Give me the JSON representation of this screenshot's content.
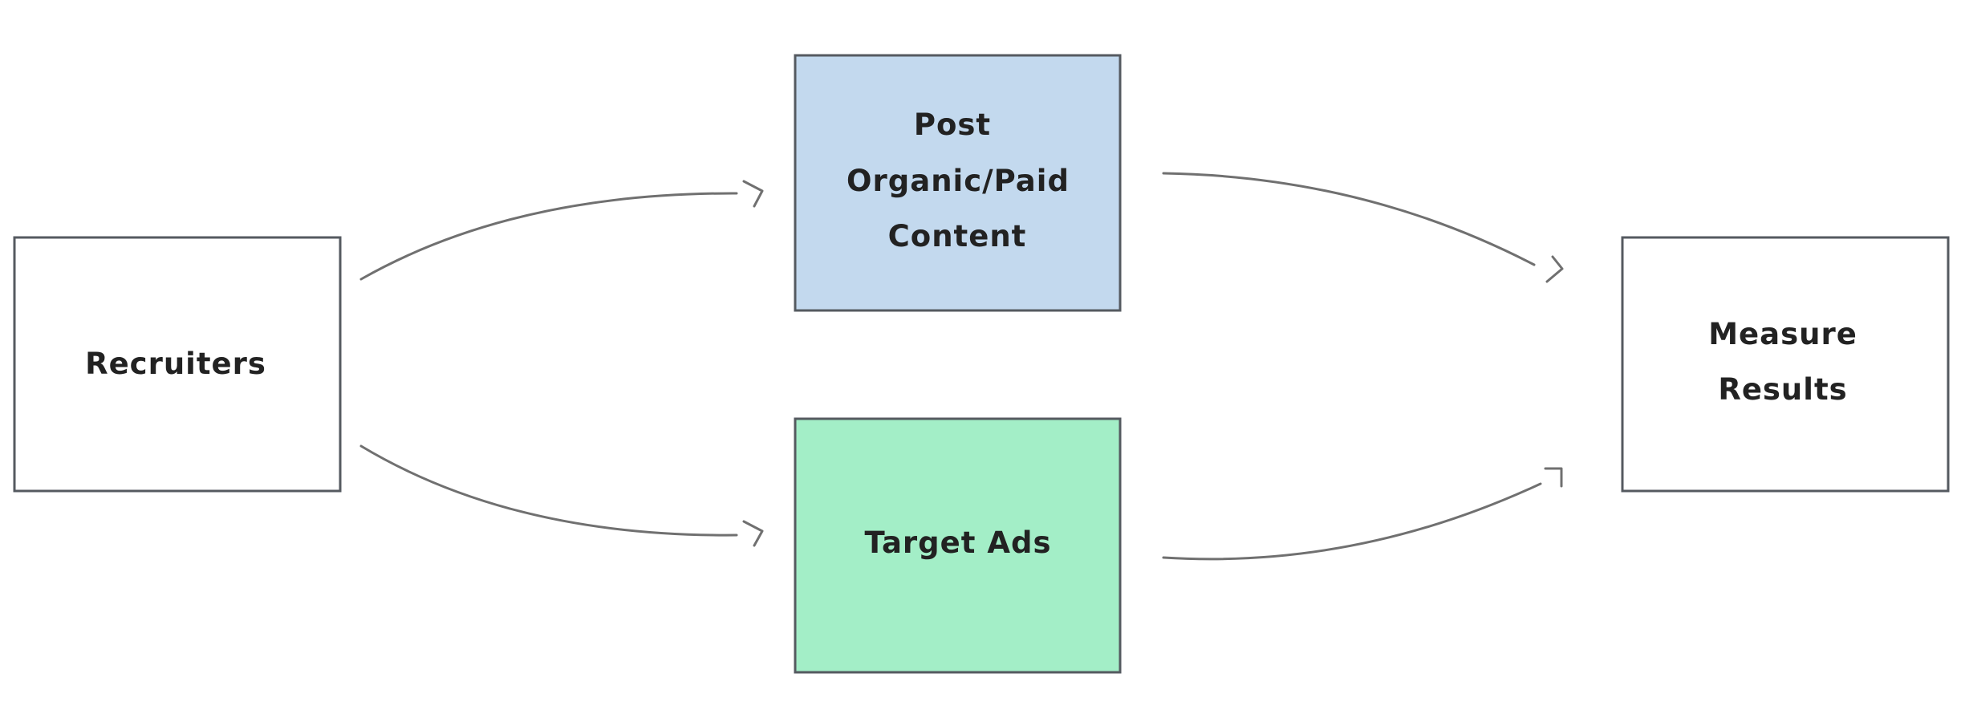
{
  "diagram": {
    "nodes": {
      "recruiters": {
        "lines": [
          "Recruiters"
        ],
        "fill": "#ffffff"
      },
      "post_content": {
        "lines": [
          "Post",
          "Organic/Paid",
          "Content"
        ],
        "fill": "#c3d9ee"
      },
      "target_ads": {
        "lines": [
          "Target Ads"
        ],
        "fill": "#a3eec7"
      },
      "measure_results": {
        "lines": [
          "Measure",
          "Results"
        ],
        "fill": "#ffffff"
      }
    },
    "edges": [
      {
        "from": "recruiters",
        "to": "post_content"
      },
      {
        "from": "recruiters",
        "to": "target_ads"
      },
      {
        "from": "post_content",
        "to": "measure_results"
      },
      {
        "from": "target_ads",
        "to": "measure_results"
      }
    ],
    "colors": {
      "stroke": "#555a60",
      "arrow": "#707070",
      "text": "#222222"
    }
  }
}
